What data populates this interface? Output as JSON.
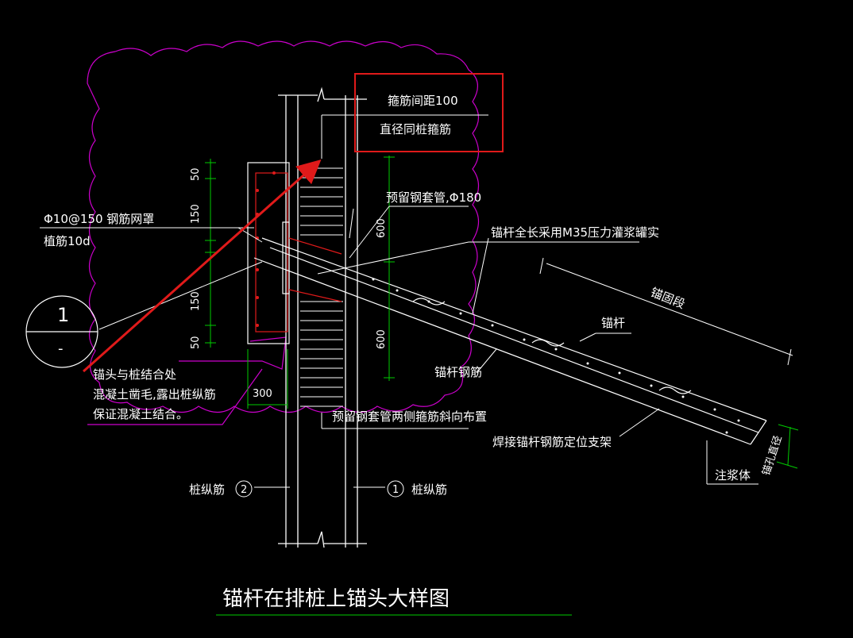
{
  "drawing": {
    "title": "锚杆在排桩上锚头大样图",
    "box_note_1": "箍筋间距100",
    "box_note_2": "直径同桩箍筋",
    "sleeve": "预留钢套管,Φ180",
    "grout": "锚杆全长采用M35压力灌浆罐实",
    "mesh": "Φ10@150 钢筋网罩",
    "plant_bar": "植筋10d",
    "joint_1": "锚头与桩结合处",
    "joint_2": "混凝土凿毛,露出桩纵筋",
    "joint_3": "保证混凝土结合。",
    "anchor_rebar": "锚杆钢筋",
    "anchor_bar": "锚杆",
    "anchorage": "锚固段",
    "support": "焊接锚杆钢筋定位支架",
    "grout_body": "注浆体",
    "hole_dia": "锚孔直径",
    "stirrup_layout": "预留钢套管两侧箍筋斜向布置",
    "pile_bar_left": "桩纵筋",
    "pile_bar_right": "桩纵筋",
    "circle_left": "2",
    "circle_right": "1",
    "section_num": "1",
    "section_sub": "-",
    "dim_50_top": "50",
    "dim_150_top": "150",
    "dim_150_bot": "150",
    "dim_50_bot": "50",
    "dim_600_top": "600",
    "dim_600_bot": "600",
    "dim_300": "300",
    "colors": {
      "background": "#000000",
      "line": "#ffffff",
      "cloud": "#cc00cc",
      "dimension": "#00cc00",
      "highlight": "#e01a1a",
      "leader": "#ffffff"
    }
  }
}
